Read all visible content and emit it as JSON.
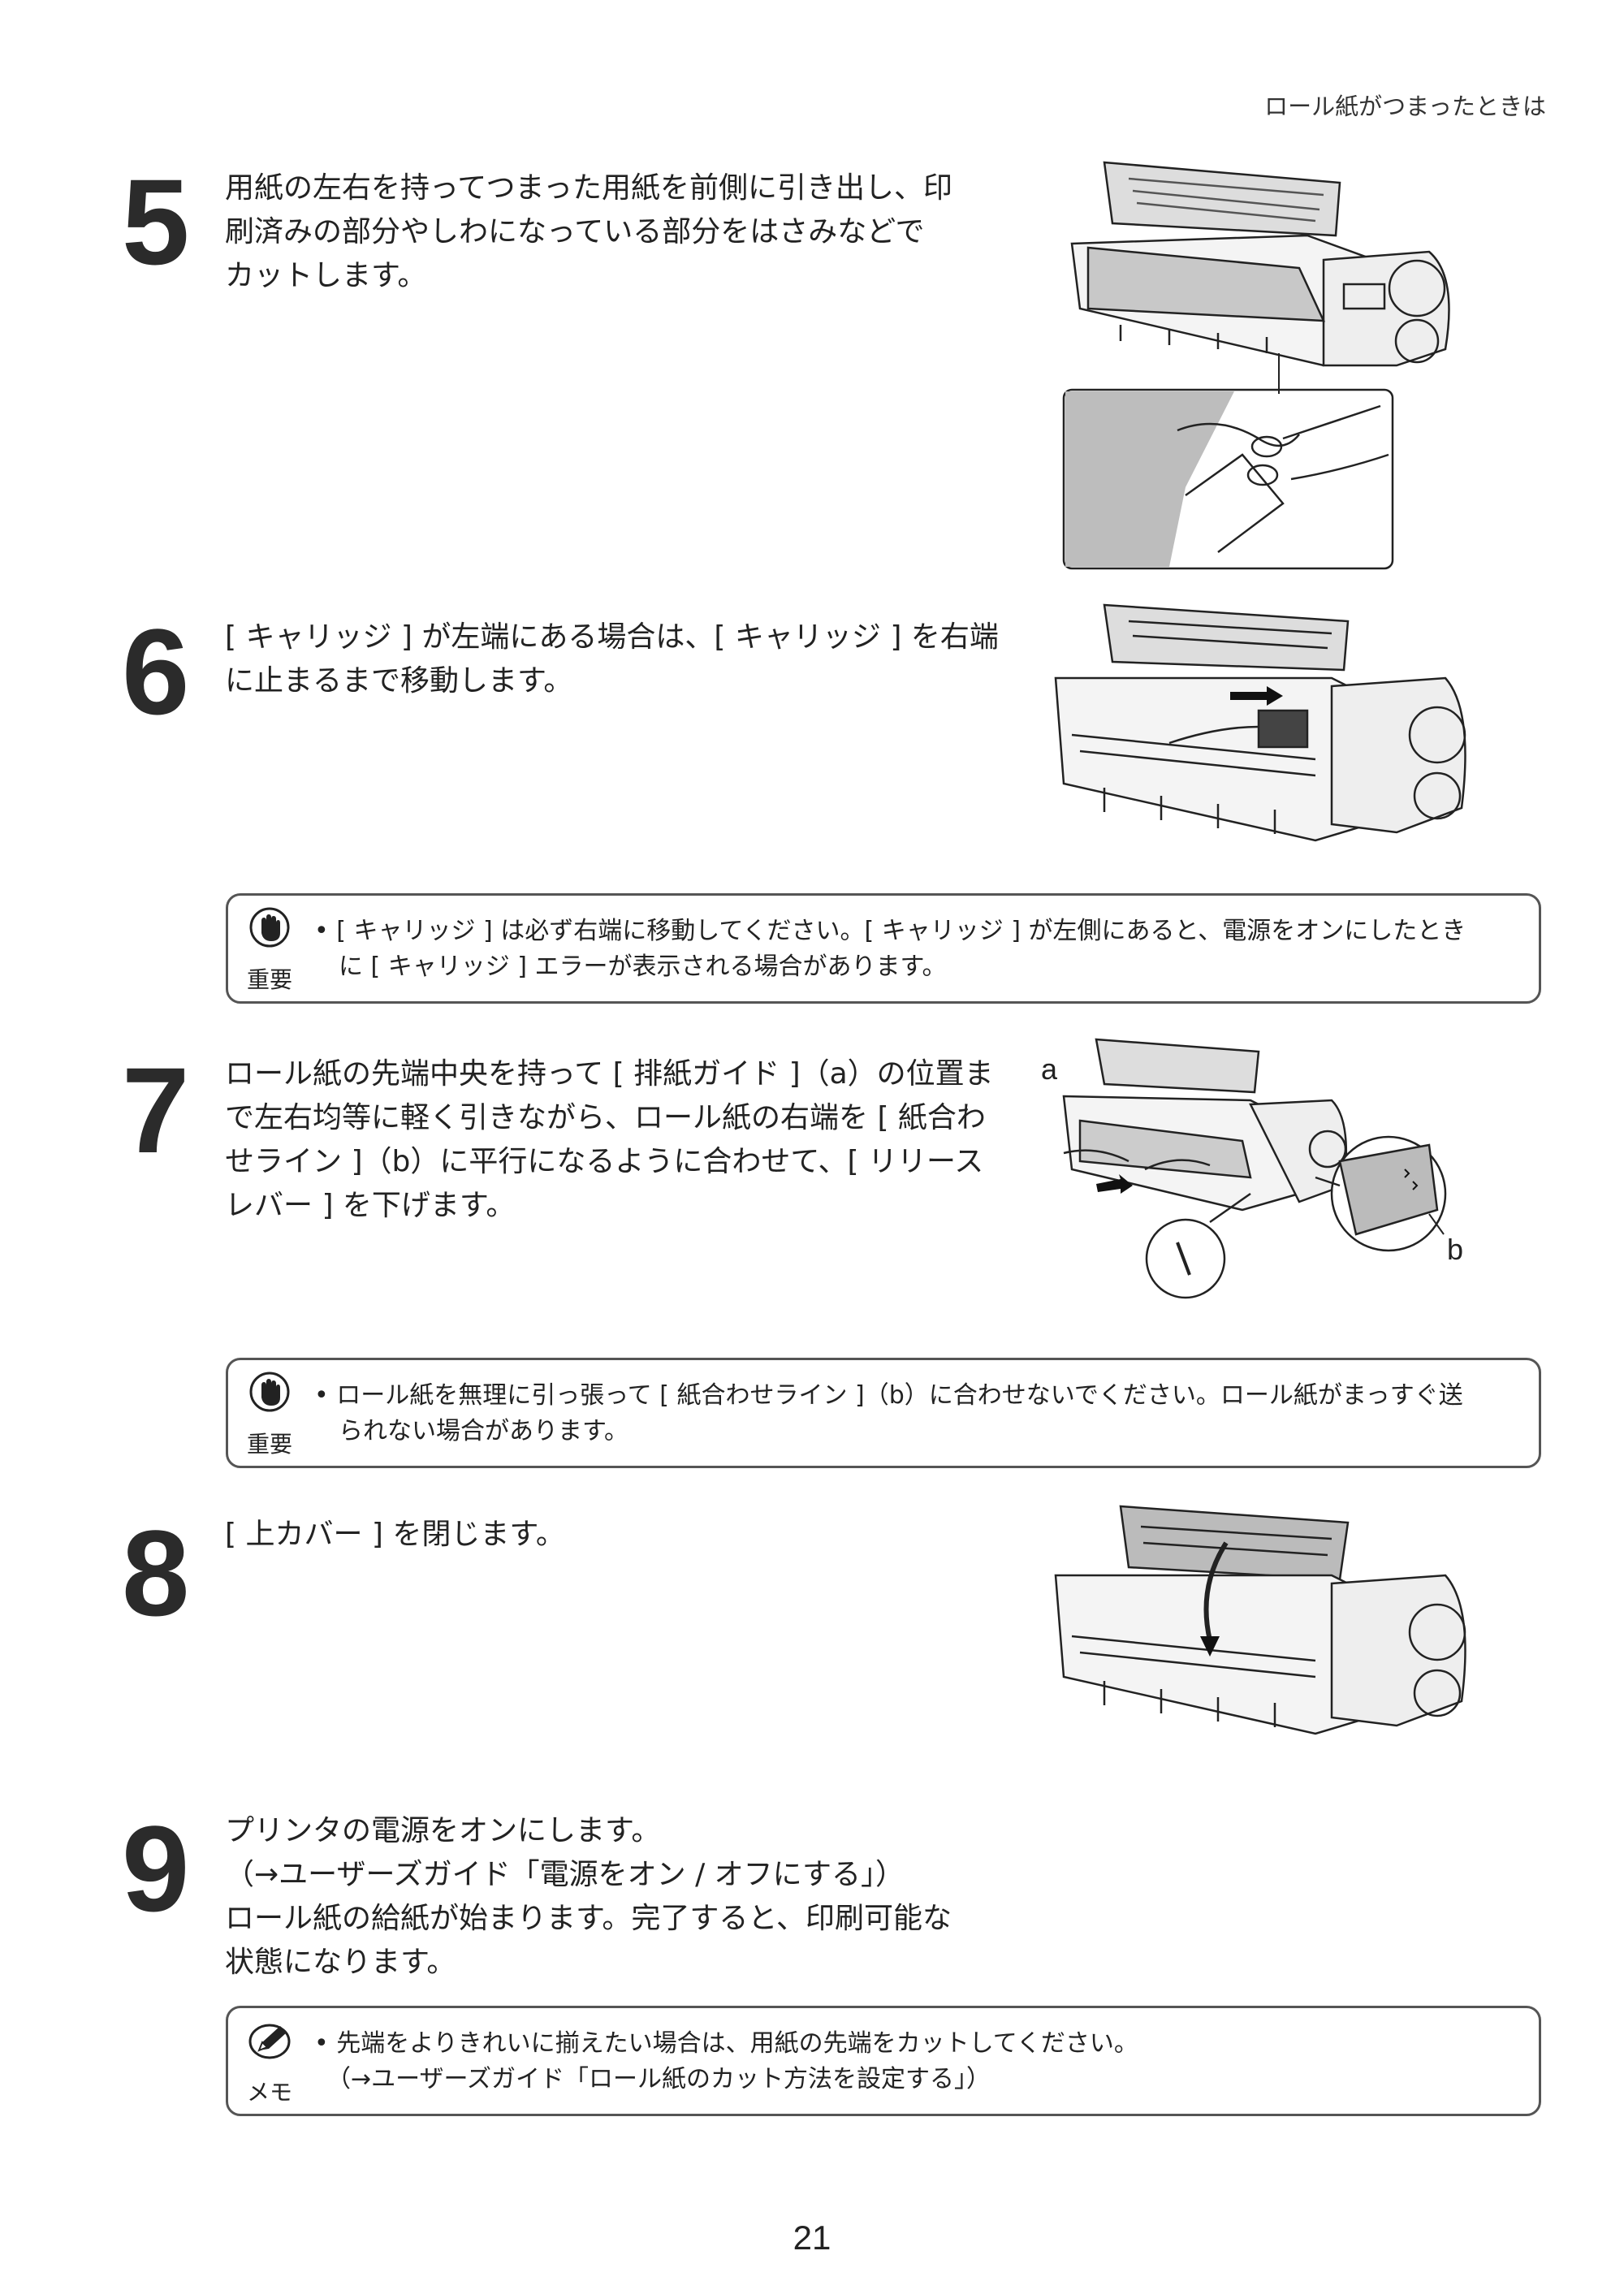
{
  "header": {
    "title": "ロール紙がつまったときは"
  },
  "steps": [
    {
      "number": "5",
      "lines": [
        "用紙の左右を持ってつまった用紙を前側に引き出し、印",
        "刷済みの部分やしわになっている部分をはさみなどで",
        "カットします。"
      ]
    },
    {
      "number": "6",
      "lines": [
        "[ キャリッジ ] が左端にある場合は、[ キャリッジ ] を右端",
        "に止まるまで移動します。"
      ]
    },
    {
      "number": "7",
      "lines": [
        "ロール紙の先端中央を持って [ 排紙ガイド ]（a）の位置ま",
        "で左右均等に軽く引きながら、ロール紙の右端を [ 紙合わ",
        "せライン ]（b）に平行になるように合わせて、[ リリース",
        "レバー ] を下げます。"
      ]
    },
    {
      "number": "8",
      "lines": [
        "[ 上カバー ] を閉じます。"
      ]
    },
    {
      "number": "9",
      "lines": [
        "プリンタの電源をオンにします。",
        "（→ユーザーズガイド「電源をオン / オフにする」）",
        "ロール紙の給紙が始まります。完了すると、印刷可能な",
        "状態になります。"
      ]
    }
  ],
  "notes": [
    {
      "label": "重要",
      "icon": "hand-stop-icon",
      "lines": [
        "• [ キャリッジ ] は必ず右端に移動してください。[ キャリッジ ] が左側にあると、電源をオンにしたとき",
        "　に [ キャリッジ ] エラーが表示される場合があります。"
      ]
    },
    {
      "label": "重要",
      "icon": "hand-stop-icon",
      "lines": [
        "• ロール紙を無理に引っ張って [ 紙合わせライン ]（b）に合わせないでください。ロール紙がまっすぐ送",
        "　られない場合があります。"
      ]
    },
    {
      "label": "メモ",
      "icon": "pencil-icon",
      "lines": [
        "• 先端をよりきれいに揃えたい場合は、用紙の先端をカットしてください。",
        "　（→ユーザーズガイド「ロール紙のカット方法を設定する」）"
      ]
    }
  ],
  "callouts": {
    "a": "a",
    "b": "b"
  },
  "page_number": "21"
}
